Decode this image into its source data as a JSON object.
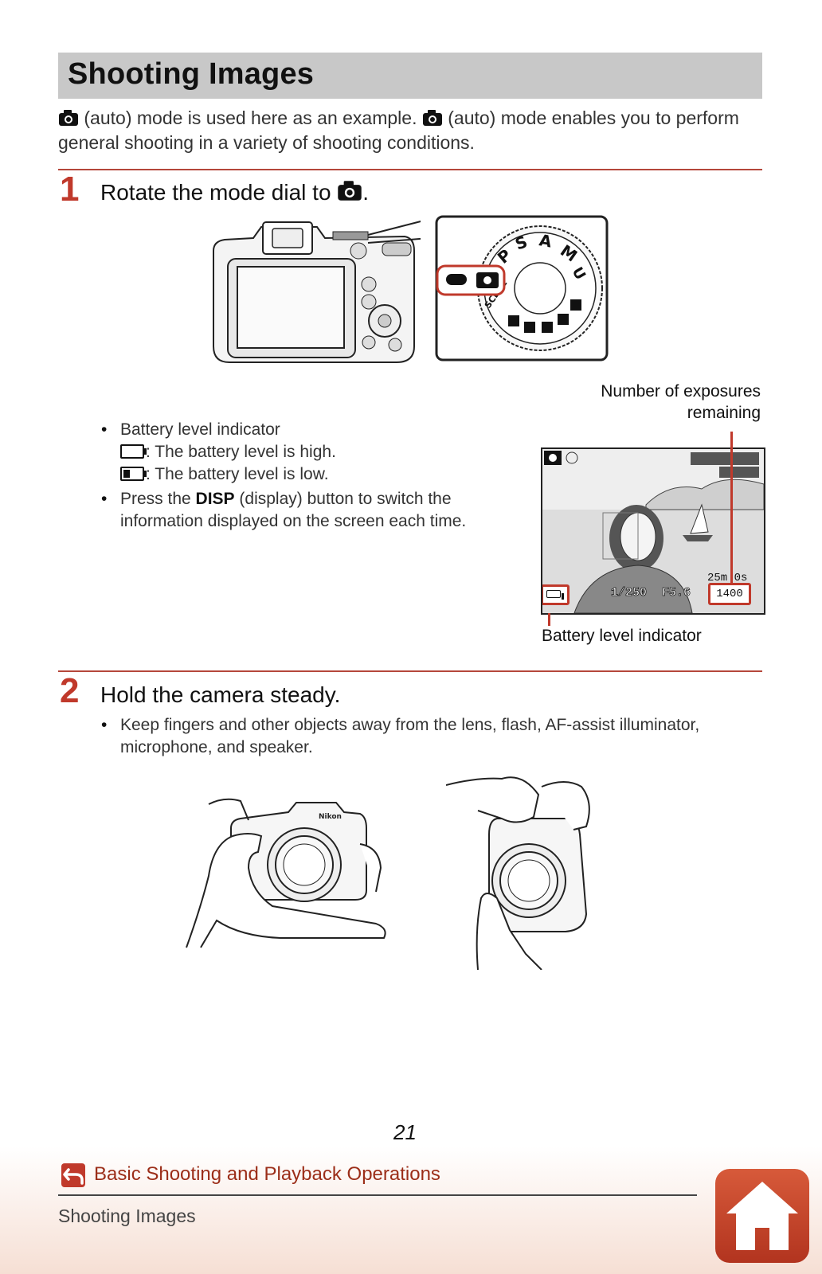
{
  "header": {
    "title": "Shooting Images"
  },
  "intro": {
    "part1": " (auto) mode is used here as an example. ",
    "part2": " (auto) mode enables you to perform general shooting in a variety of shooting conditions."
  },
  "step1": {
    "number": "1",
    "title_prefix": "Rotate the mode dial to ",
    "title_suffix": ".",
    "dial_labels": [
      "P",
      "S",
      "A",
      "M",
      "U",
      "SCENE"
    ]
  },
  "screen_callouts": {
    "top_label_line1": "Number of exposures",
    "top_label_line2": "remaining",
    "bottom_label": "Battery level indicator",
    "shutter": "1/250",
    "aperture": "F5.6",
    "exposures": "1400",
    "time_remaining": "25m 0s"
  },
  "bullets": {
    "battery_heading": "Battery level indicator",
    "battery_high": ": The battery level is high.",
    "battery_low": ": The battery level is low.",
    "disp_prefix": "Press the ",
    "disp_button": "DISP",
    "disp_suffix": " (display) button to switch the information displayed on the screen each time."
  },
  "step2": {
    "number": "2",
    "title": "Hold the camera steady.",
    "bullet": "Keep fingers and other objects away from the lens, flash, AF-assist illuminator, microphone, and speaker."
  },
  "footer": {
    "page_number": "21",
    "section_link": "Basic Shooting and Playback Operations",
    "subsection": "Shooting Images",
    "brand_on_camera": "Nikon"
  },
  "colors": {
    "accent_red": "#c0392b",
    "title_bar": "#c8c8c8",
    "home_button": "#c8462a"
  }
}
